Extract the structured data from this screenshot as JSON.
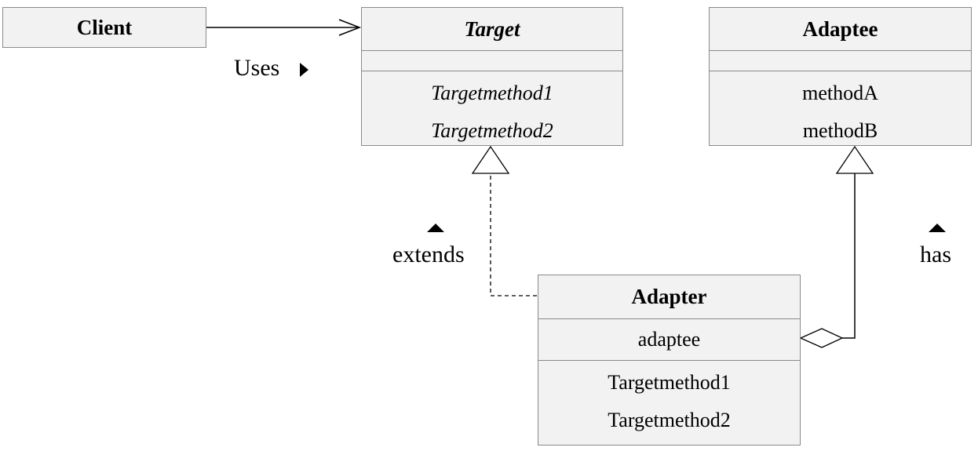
{
  "diagram": {
    "client": {
      "name": "Client"
    },
    "target": {
      "name": "Target",
      "methods": [
        "Targetmethod1",
        "Targetmethod2"
      ]
    },
    "adaptee": {
      "name": "Adaptee",
      "methods": [
        "methodA",
        "methodB"
      ]
    },
    "adapter": {
      "name": "Adapter",
      "attributes": [
        "adaptee"
      ],
      "methods": [
        "Targetmethod1",
        "Targetmethod2"
      ]
    },
    "labels": {
      "uses": "Uses",
      "extends": "extends",
      "has": "has"
    }
  }
}
